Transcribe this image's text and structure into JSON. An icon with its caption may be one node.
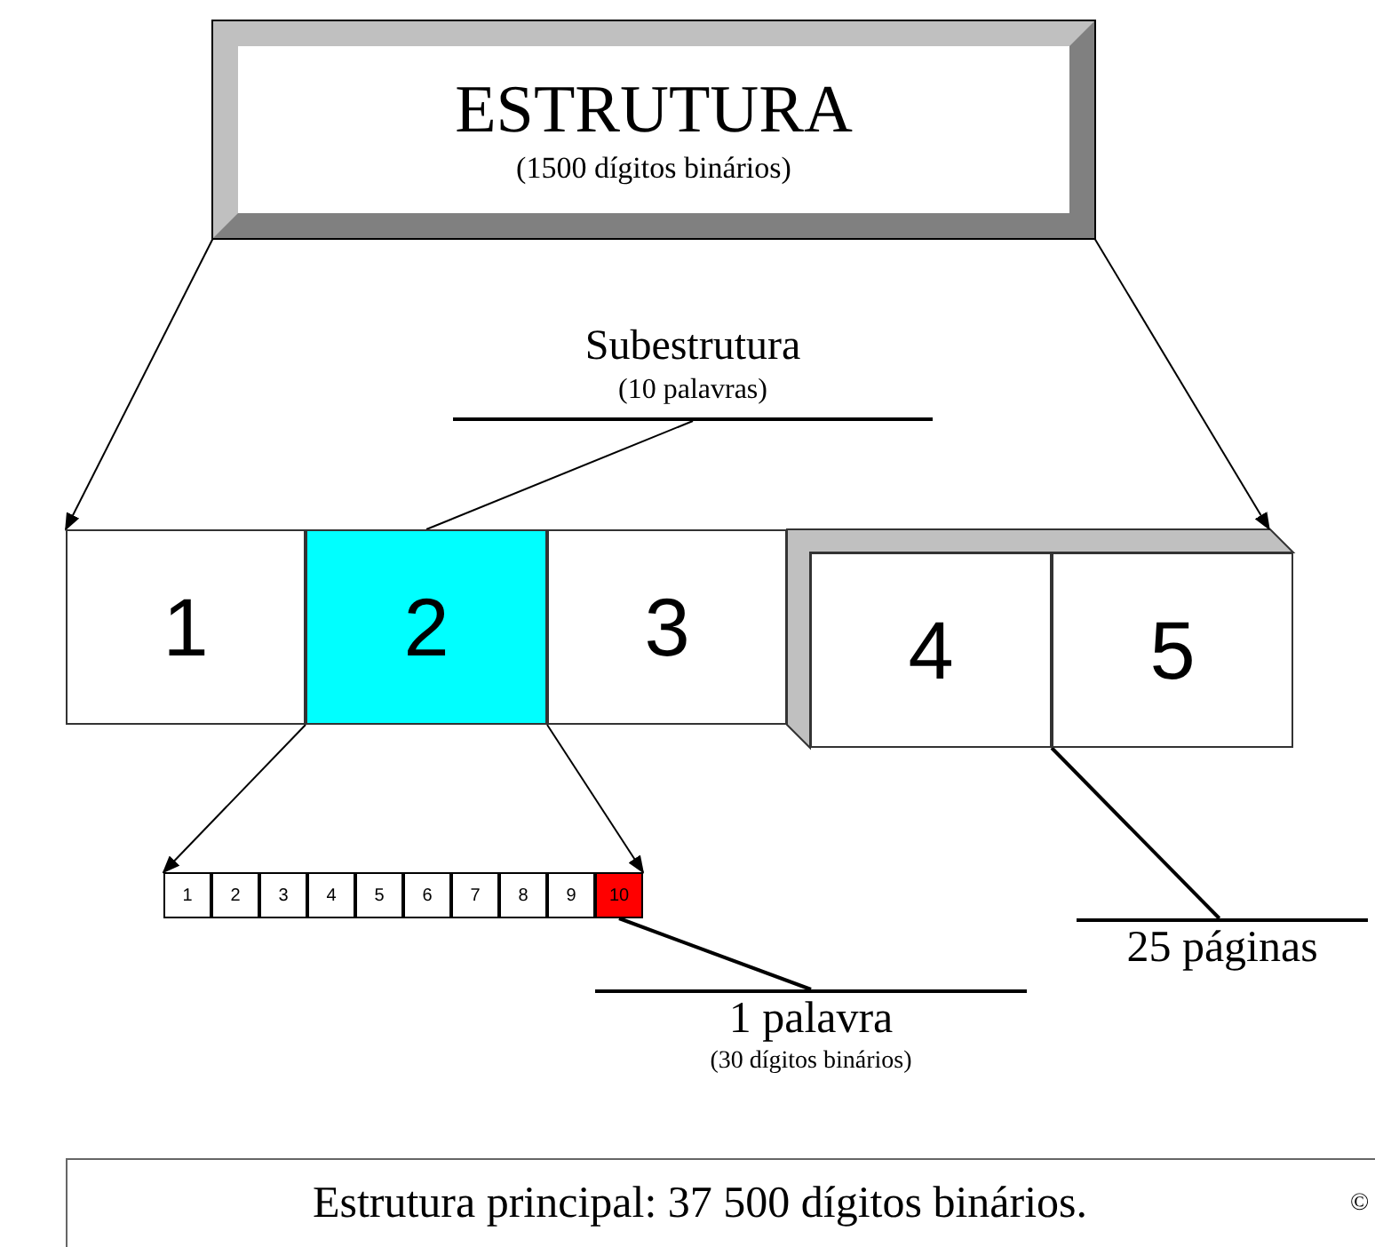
{
  "diagram": {
    "nodes": [
      {
        "text": [
          "ESTRUTURA",
          "(1500 dígitos binários)"
        ]
      },
      {
        "text": [
          "1"
        ]
      },
      {
        "text": [
          "2"
        ]
      },
      {
        "text": [
          "3"
        ]
      },
      {
        "text": [
          "4"
        ]
      },
      {
        "text": [
          "5"
        ]
      },
      {
        "text": [
          "1"
        ]
      },
      {
        "text": [
          "2"
        ]
      },
      {
        "text": [
          "3"
        ]
      },
      {
        "text": [
          "4"
        ]
      },
      {
        "text": [
          "5"
        ]
      },
      {
        "text": [
          "6"
        ]
      },
      {
        "text": [
          "7"
        ]
      },
      {
        "text": [
          "8"
        ]
      },
      {
        "text": [
          "9"
        ]
      },
      {
        "text": [
          "10"
        ]
      },
      {
        "text": [
          "Subestrutura",
          "(10 palavras)"
        ]
      },
      {
        "text": [
          "1 palavra",
          "(30 dígitos binários)"
        ]
      },
      {
        "text": [
          "25 páginas"
        ]
      },
      {
        "text": [
          "Estrutura principal: 37 500 dígitos binários."
        ]
      }
    ],
    "edges": [
      {
        "from": 0,
        "to": 1,
        "arrow": "to"
      },
      {
        "from": 0,
        "to": 5,
        "arrow": "to"
      },
      {
        "from": 16,
        "to": 2,
        "arrow": "none"
      },
      {
        "from": 2,
        "to": 6,
        "arrow": "to"
      },
      {
        "from": 2,
        "to": 15,
        "arrow": "to"
      },
      {
        "from": 17,
        "to": 15,
        "arrow": "none"
      },
      {
        "from": 18,
        "to": 4,
        "arrow": "none"
      }
    ],
    "labels": [
      "©"
    ]
  }
}
